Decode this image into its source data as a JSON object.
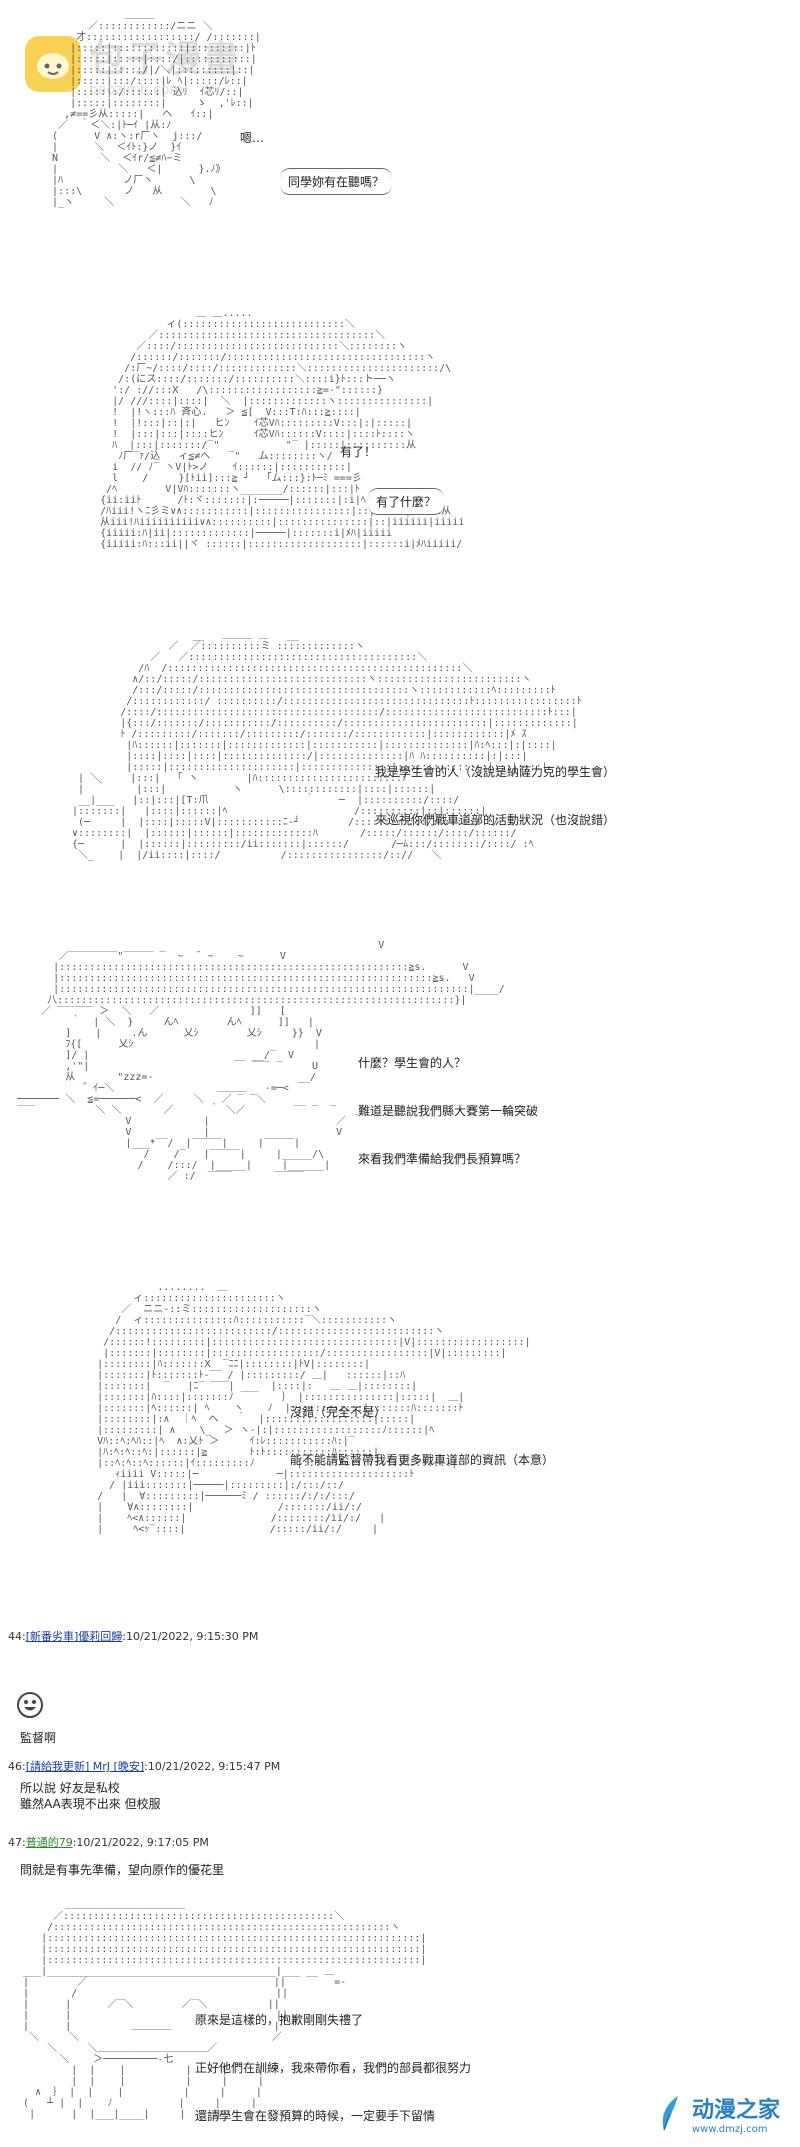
{
  "watermark_top": {
    "title": "包子漫畫",
    "url": "baozimh.com"
  },
  "watermark_bottom": {
    "title": "动漫之家",
    "url": "www.dmzj.com"
  },
  "scene1": {
    "bubble": "同學妳有在聽嗎？",
    "aside": "嗯…"
  },
  "scene2": {
    "shout": "有了！",
    "bubble": "有了什麼？"
  },
  "scene3": {
    "lines": [
      "我是學生會的人（沒說是納薩力克的學生會）",
      "來巡視你們戰車道部的活動狀況（也沒說錯）"
    ]
  },
  "scene4": {
    "lines": [
      "什麼？學生會的人？",
      "難道是聽說我們縣大賽第一輪突破",
      "來看我們準備給我們長預算嗎？"
    ]
  },
  "scene5": {
    "lines": [
      "沒錯（完全不是）",
      "能不能請監督帶我看更多戰車道部的資訊（本意）"
    ]
  },
  "posts": [
    {
      "num": "44:",
      "name": "[新番劣車]優莉回歸",
      "time": ":10/21/2022, 9:15:30 PM",
      "body": "監督啊"
    },
    {
      "num": "46:",
      "name": "[請給我更新] MrJ [晚安]",
      "time": ":10/21/2022, 9:15:47 PM",
      "body": "所以說 好友是私校\n雖然AA表現不出來 但校服"
    },
    {
      "num": "47:",
      "name": "普通的79",
      "time": ":10/21/2022, 9:17:05 PM",
      "body": "問就是有事先準備，望向原作的優花里"
    }
  ],
  "scene6": {
    "lines": [
      "原來是這樣的，抱歉剛剛失禮了",
      "正好他們在訓練，我來帶你看，我們的部員都很努力",
      "還請學生會在發預算的時候，一定要手下留情"
    ]
  }
}
